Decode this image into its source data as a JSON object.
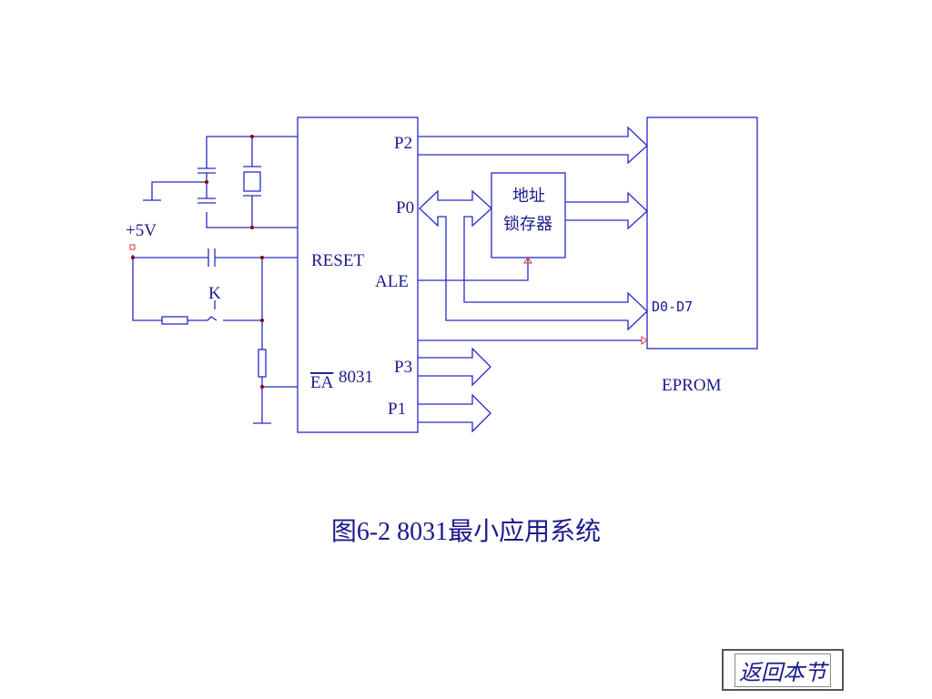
{
  "diagram": {
    "mcu_label": "8031",
    "pins": {
      "p2": "P2",
      "p0": "P0",
      "reset": "RESET",
      "ale": "ALE",
      "ea": "EA",
      "p3": "P3",
      "p1": "P1"
    },
    "latch_line1": "地址",
    "latch_line2": "锁存器",
    "data_bus": "D0-D7",
    "eprom_label": "EPROM",
    "supply": "+5V",
    "switch": "K",
    "colors": {
      "wire": "#2a2ac8",
      "text": "#1a1a8c",
      "junction": "#8b0000",
      "marker": "#e03030"
    }
  },
  "caption": "图6-2  8031最小应用系统",
  "back_button": "返回本节"
}
